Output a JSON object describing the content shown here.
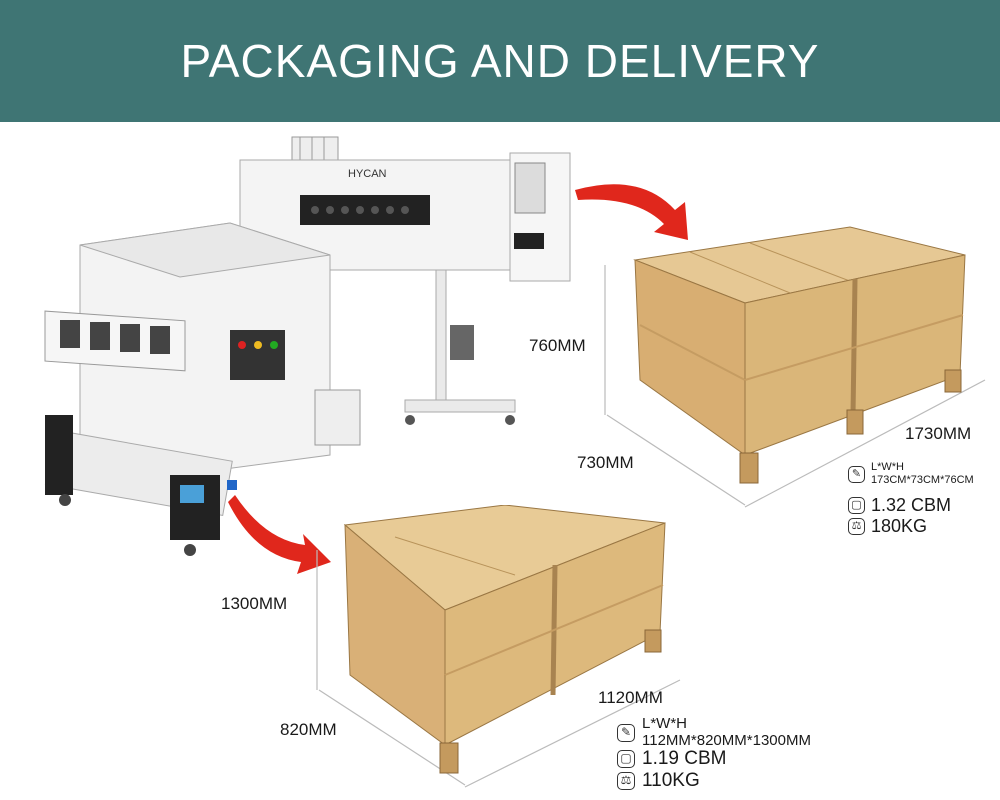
{
  "header": {
    "title": "PACKAGING AND DELIVERY"
  },
  "printer": {
    "brand": "HYCAN"
  },
  "crate1": {
    "height_label": "760MM",
    "width_label": "730MM",
    "length_label": "1730MM",
    "lwh_label": "L*W*H",
    "lwh_value": "173CM*73CM*76CM",
    "volume": "1.32 CBM",
    "weight": "180KG"
  },
  "crate2": {
    "height_label": "1300MM",
    "length_label": "1120MM",
    "width_label": "820MM",
    "lwh_label": "L*W*H",
    "lwh_value": "112MM*820MM*1300MM",
    "volume": "1.19 CBM",
    "weight": "110KG"
  },
  "colors": {
    "header_bg": "#3f7574",
    "arrow": "#e0271c",
    "wood": "#d9b680"
  },
  "icons": {
    "size": "ruler-icon",
    "volume": "cube-icon",
    "weight": "scale-icon"
  }
}
